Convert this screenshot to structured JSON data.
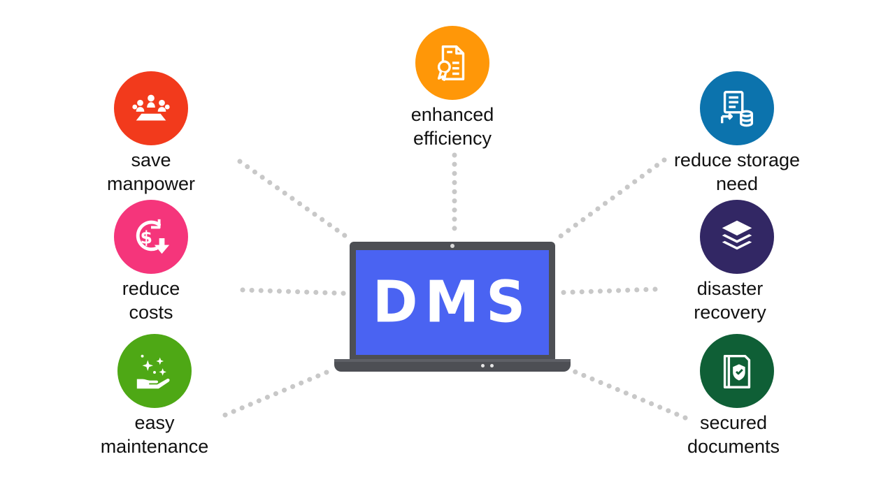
{
  "center": {
    "label": "DMS",
    "screen_color": "#4a63f2",
    "frame_color": "#4d4f54"
  },
  "connector_color": "#c8c8c8",
  "benefits": [
    {
      "id": "save-manpower",
      "lines": [
        "save",
        "manpower"
      ],
      "color": "#f23a1c",
      "icon": "team-meeting-icon"
    },
    {
      "id": "reduce-costs",
      "lines": [
        "reduce",
        "costs"
      ],
      "color": "#f5357b",
      "icon": "dollar-down-icon"
    },
    {
      "id": "easy-maintenance",
      "lines": [
        "easy",
        "maintenance"
      ],
      "color": "#4ea815",
      "icon": "hand-sparkle-icon"
    },
    {
      "id": "enhanced-efficiency",
      "lines": [
        "enhanced",
        "efficiency"
      ],
      "color": "#ff9708",
      "icon": "certificate-document-icon"
    },
    {
      "id": "reduce-storage-need",
      "lines": [
        "reduce storage",
        "need"
      ],
      "color": "#0c73ad",
      "icon": "server-database-icon"
    },
    {
      "id": "disaster-recovery",
      "lines": [
        "disaster",
        "recovery"
      ],
      "color": "#322764",
      "icon": "layers-icon"
    },
    {
      "id": "secured-documents",
      "lines": [
        "secured",
        "documents"
      ],
      "color": "#0f5f36",
      "icon": "secure-folder-icon"
    }
  ]
}
